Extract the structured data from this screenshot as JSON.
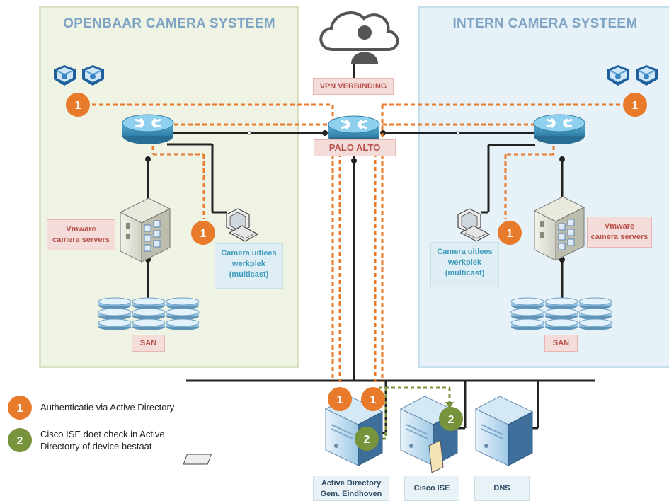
{
  "zones": {
    "public_title": "OPENBAAR CAMERA SYSTEEM",
    "internal_title": "INTERN CAMERA SYSTEEM"
  },
  "labels": {
    "vpn": "VPN VERBINDING",
    "palo_alto": "PALO ALTO",
    "vmware_left": "Vmware camera servers",
    "vmware_right": "Vmware camera servers",
    "workstation_left": "Camera uitlees werkplek (multicast)",
    "workstation_right": "Camera uitlees werkplek (multicast)",
    "san_left": "SAN",
    "san_right": "SAN",
    "active_directory": "Active Directory Gem. Eindhoven",
    "cisco_ise": "Cisco ISE",
    "dns": "DNS"
  },
  "badges": {
    "one": "1",
    "two": "2"
  },
  "legend": {
    "item1": "Authenticatie via Active Directory",
    "item2": "Cisco ISE doet check in Active Directorty of device bestaat"
  },
  "colors": {
    "orange": "#e87a2b",
    "green": "#77933c",
    "line": "#222222"
  }
}
